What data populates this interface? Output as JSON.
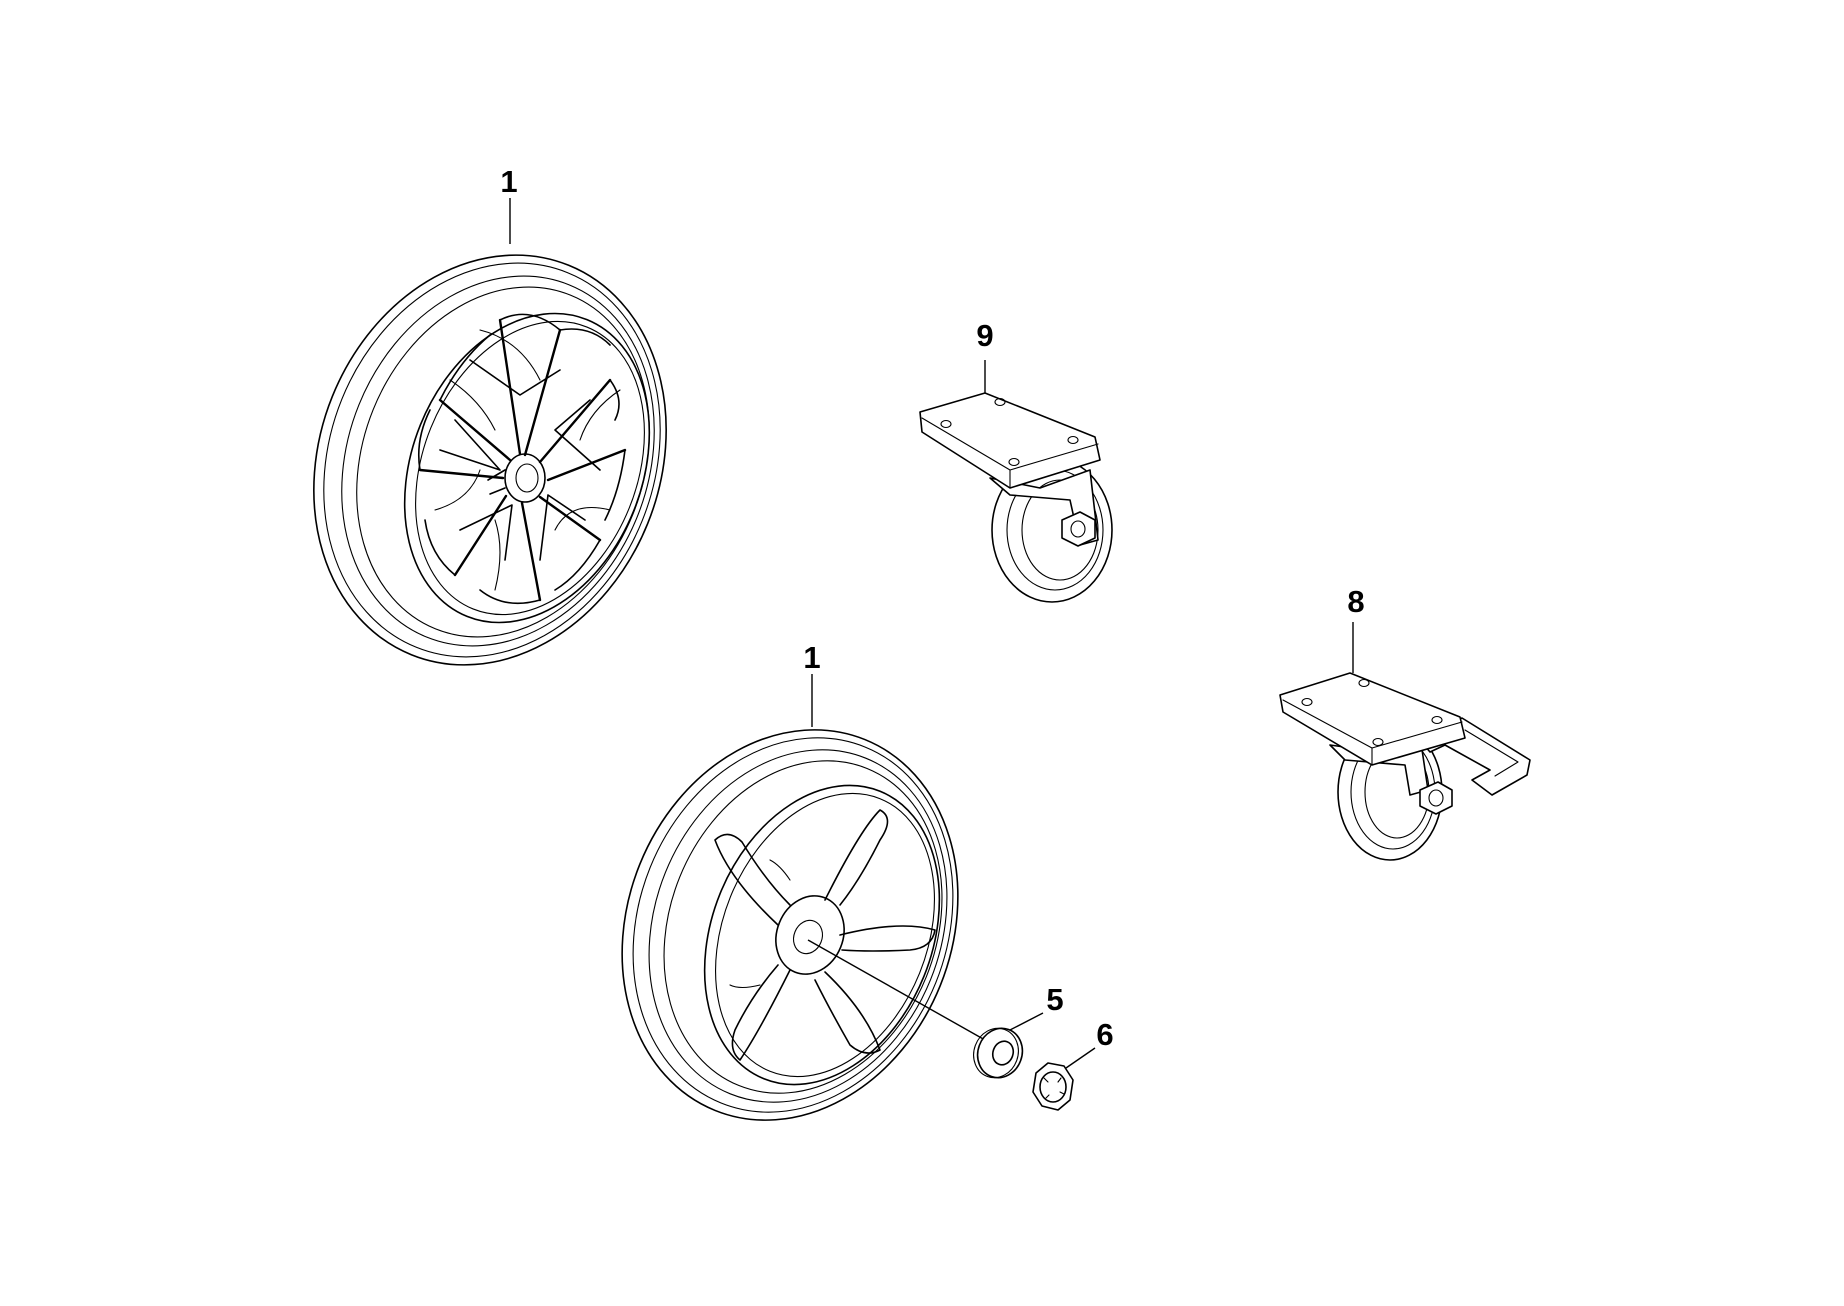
{
  "diagram": {
    "background": "#ffffff",
    "line_color": "#000000",
    "parts": [
      {
        "id": "wheel-spoked",
        "callout": "1"
      },
      {
        "id": "wheel-five-spoke",
        "callout": "1"
      },
      {
        "id": "washer",
        "callout": "5"
      },
      {
        "id": "lock-nut",
        "callout": "6"
      },
      {
        "id": "caster-braked",
        "callout": "8"
      },
      {
        "id": "caster-fixed",
        "callout": "9"
      }
    ]
  }
}
